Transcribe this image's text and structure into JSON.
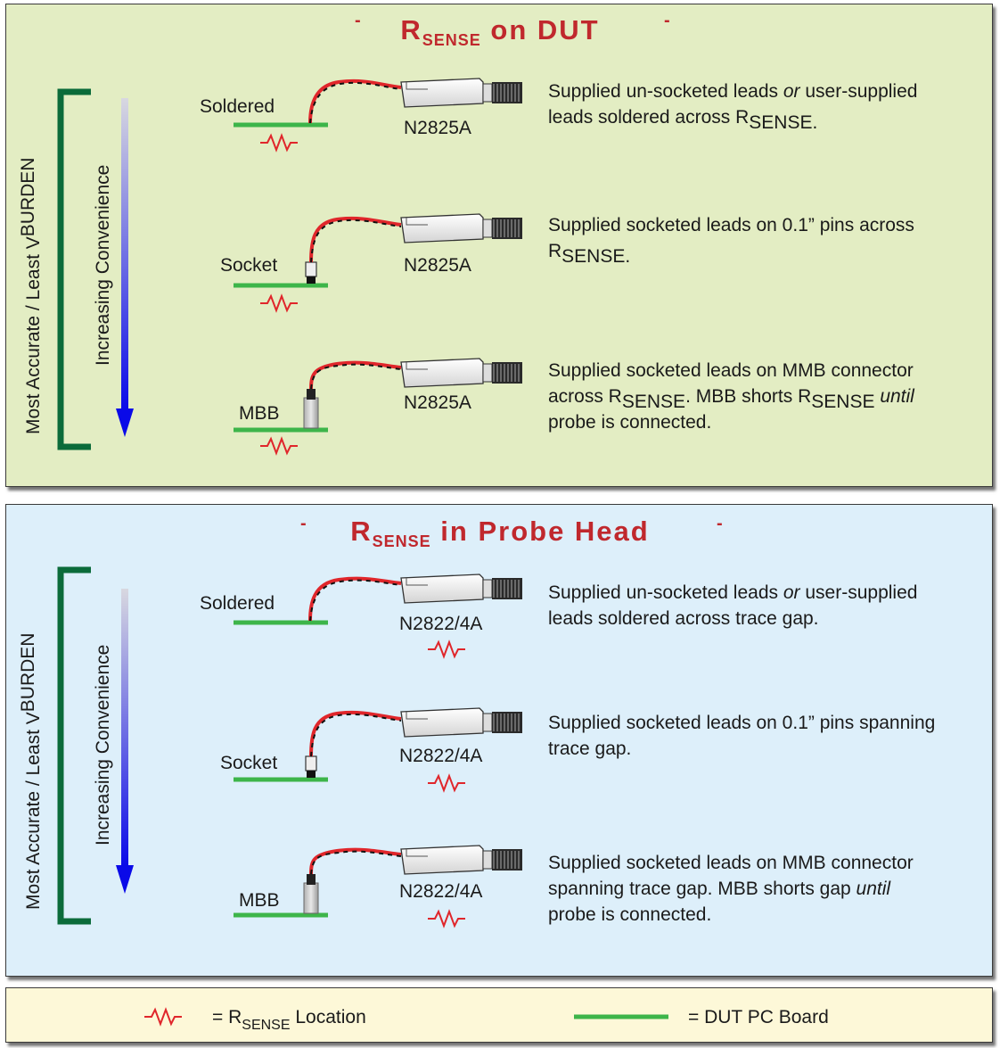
{
  "top_panel": {
    "title": {
      "main": "R",
      "sub": "SENSE",
      "rest": "on DUT"
    },
    "dash_left": "-",
    "dash_right": "-",
    "vertical_label": {
      "pre": "Most Accurate / Least V",
      "sub": "BURDEN"
    },
    "convenience_label": "Increasing Convenience",
    "rows": [
      {
        "connection": "Soldered",
        "probe": "N2825A",
        "desc": [
          "Supplied un-socketed leads ",
          "or",
          " user-supplied",
          "leads soldered across R",
          "SENSE",
          "."
        ]
      },
      {
        "connection": "Socket",
        "probe": "N2825A",
        "desc": [
          "Supplied socketed leads on 0.1” pins across",
          "R",
          "SENSE",
          "."
        ]
      },
      {
        "connection": "MBB",
        "probe": "N2825A",
        "desc": [
          "Supplied socketed leads on MMB connector",
          "across R",
          "SENSE",
          ". MBB shorts R",
          "SENSE",
          " ",
          "until",
          "probe is connected."
        ]
      }
    ]
  },
  "bottom_panel": {
    "title": {
      "main": "R",
      "sub": "SENSE",
      "rest": "in Probe Head"
    },
    "dash_left": "-",
    "dash_right": "-",
    "vertical_label": {
      "pre": "Most Accurate / Least V",
      "sub": "BURDEN"
    },
    "convenience_label": "Increasing Convenience",
    "rows": [
      {
        "connection": "Soldered",
        "probe": "N2822/4A",
        "desc": [
          "Supplied un-socketed leads ",
          "or",
          " user-supplied",
          "leads soldered across trace gap."
        ]
      },
      {
        "connection": "Socket",
        "probe": "N2822/4A",
        "desc": [
          "Supplied socketed leads on 0.1” pins spanning",
          "trace gap."
        ]
      },
      {
        "connection": "MBB",
        "probe": "N2822/4A",
        "desc": [
          "Supplied socketed leads on MMB connector",
          "spanning trace gap. MBB shorts gap ",
          "until",
          "probe is connected."
        ]
      }
    ]
  },
  "legend": {
    "rsense": {
      "pre": "= R",
      "sub": "SENSE",
      "post": " Location"
    },
    "board": "= DUT PC Board"
  },
  "colors": {
    "title_red": "#c0282d",
    "board_green": "#3db54a",
    "bracket_green": "#0b6b3a",
    "arrow_blue": "#1010e0",
    "resistor_red": "#e0262b"
  }
}
